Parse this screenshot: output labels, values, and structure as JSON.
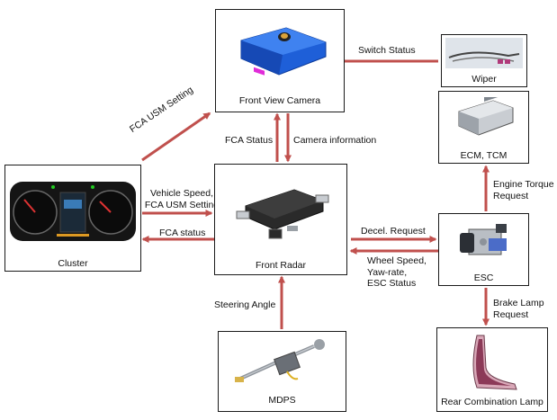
{
  "nodes": {
    "front_view_camera": "Front View Camera",
    "wiper": "Wiper",
    "ecm_tcm": "ECM, TCM",
    "cluster": "Cluster",
    "front_radar": "Front Radar",
    "esc": "ESC",
    "mdps": "MDPS",
    "rear_combination_lamp": "Rear Combination Lamp"
  },
  "edges": {
    "switch_status": "Switch Status",
    "fca_usm_setting": "FCA USM Setting",
    "fca_status": "FCA Status",
    "camera_information": "Camera information",
    "vehicle_speed_line1": "Vehicle Speed,",
    "vehicle_speed_line2": "FCA USM Setting",
    "fca_status_lower": "FCA status",
    "engine_torque_line1": "Engine Torque",
    "engine_torque_line2": "Request",
    "decel_request": "Decel. Request",
    "wheel_speed_line1": "Wheel Speed,",
    "wheel_speed_line2": "Yaw-rate,",
    "wheel_speed_line3": "ESC Status",
    "steering_angle": "Steering Angle",
    "brake_lamp_line1": "Brake Lamp",
    "brake_lamp_line2": "Request"
  },
  "colors": {
    "arrow": "#c0504d",
    "border": "#1a1a1a",
    "camera_blue": "#1e5fd8"
  }
}
